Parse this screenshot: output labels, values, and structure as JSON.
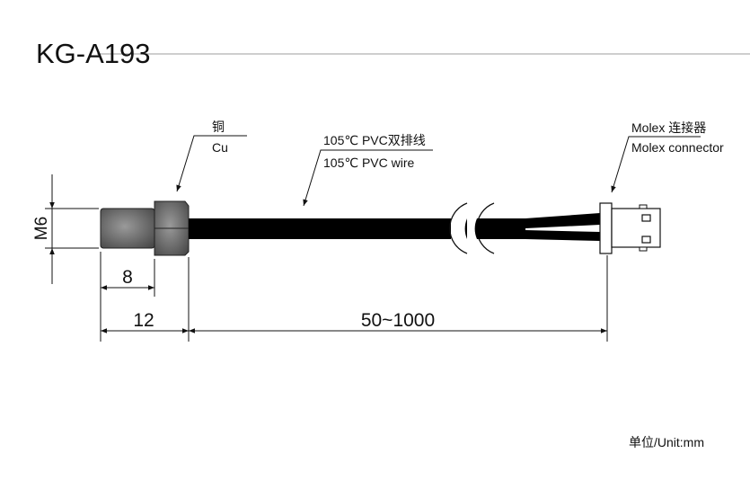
{
  "title": "KG-A193",
  "labels": {
    "thread": "M6",
    "material_cn": "铜",
    "material_en": "Cu",
    "cable_cn": "105℃ PVC双排线",
    "cable_en": "105℃ PVC wire",
    "connector_cn": "Molex 连接器",
    "connector_en": "Molex connector",
    "unit": "单位/Unit:mm"
  },
  "dimensions": {
    "sleeve_length": "8",
    "probe_length": "12",
    "cable_length": "50~1000"
  },
  "colors": {
    "line": "#111111",
    "cable": "#000000",
    "metal": "#6a6a6a",
    "title_rule": "#bdbdbd"
  }
}
